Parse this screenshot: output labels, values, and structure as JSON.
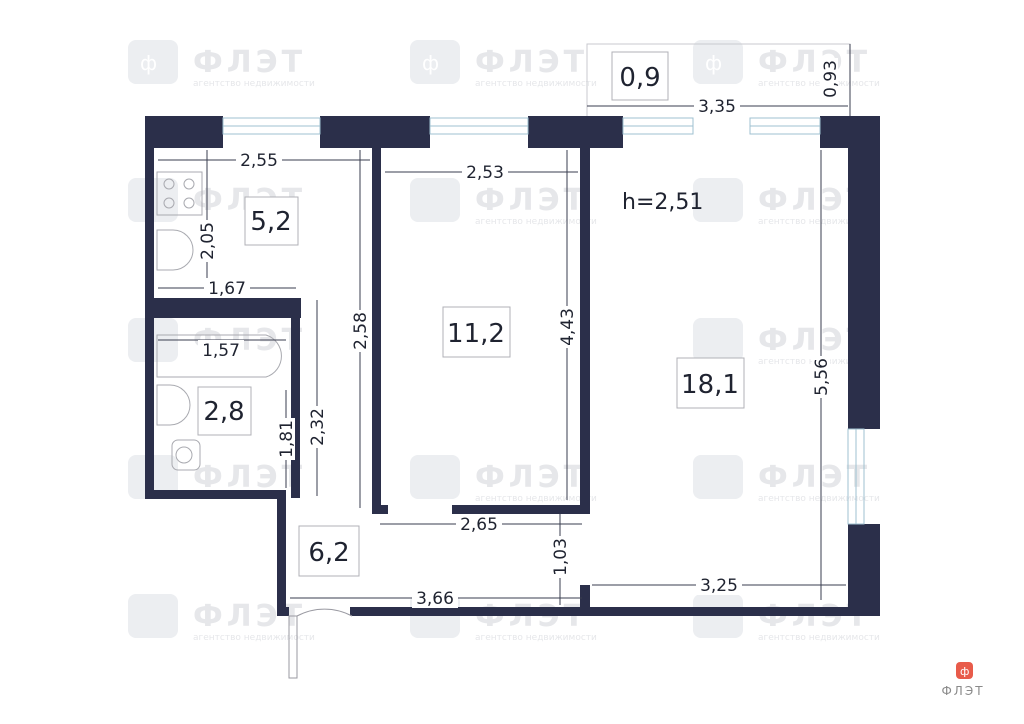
{
  "brand": {
    "watermark_text": "ФЛЭТ",
    "watermark_subtext": "агентство недвижимости",
    "logo_text": "ФЛЭТ",
    "logo_color": "#e85b4a",
    "wall_color": "#2b2f4a"
  },
  "ceiling_height": "h=2,51",
  "areas": {
    "kitchen": "5,2",
    "bathroom": "2,8",
    "hall": "6,2",
    "bedroom": "11,2",
    "living": "18,1",
    "balcony": "0,9"
  },
  "dimensions": {
    "kitchen_width": "2,55",
    "kitchen_depth": "2,05",
    "kitchen_inner_width": "1,67",
    "bathroom_width": "1,57",
    "bathroom_depth": "1,81",
    "bathroom_outer_depth": "2,32",
    "hall_length": "2,58",
    "bedroom_width": "2,53",
    "bedroom_depth": "4,43",
    "corridor_width": "2,65",
    "corridor_depth": "1,03",
    "hall_bottom_length": "3,66",
    "living_width": "3,35",
    "living_depth": "5,56",
    "living_bottom_width": "3,25",
    "balcony_depth": "0,93"
  }
}
